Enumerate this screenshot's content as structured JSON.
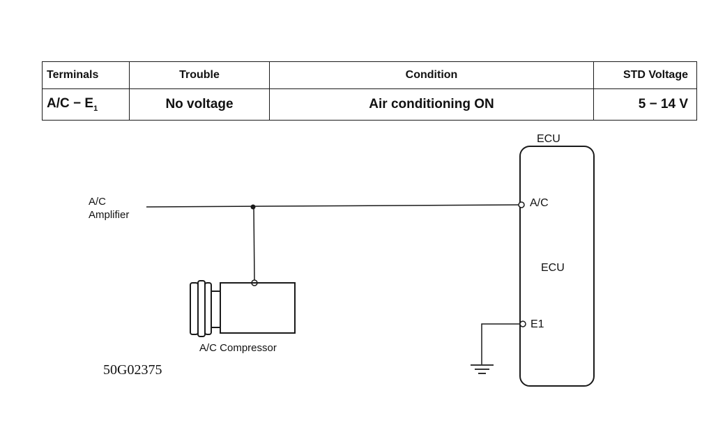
{
  "table": {
    "headers": {
      "terminals": "Terminals",
      "trouble": "Trouble",
      "condition": "Condition",
      "std_voltage": "STD Voltage"
    },
    "row": {
      "terminals": "A/C − E",
      "terminals_sub": "1",
      "trouble": "No voltage",
      "condition": "Air conditioning ON",
      "std_voltage": "5 − 14 V"
    }
  },
  "diagram": {
    "ecu_title": "ECU",
    "ecu_body_label": "ECU",
    "pin_ac": "A/C",
    "pin_e1": "E1",
    "amplifier_line1": "A/C",
    "amplifier_line2": "Amplifier",
    "compressor_label": "A/C Compressor"
  },
  "figure_code": "50G02375"
}
